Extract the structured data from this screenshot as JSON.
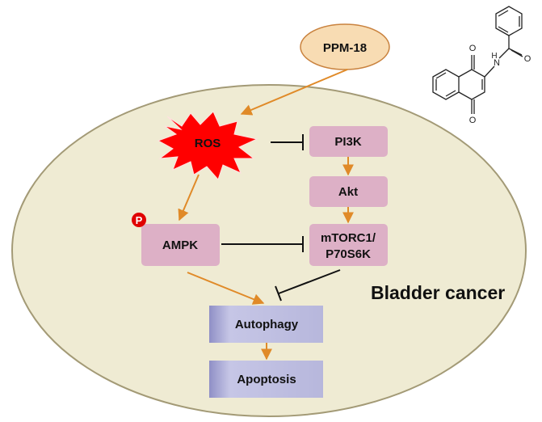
{
  "nodes": {
    "drug": "PPM-18",
    "ros": "ROS",
    "pi3k": "PI3K",
    "akt": "Akt",
    "ampk": "AMPK",
    "mtor_line1": "mTORC1/",
    "mtor_line2": "P70S6K",
    "autophagy": "Autophagy",
    "apoptosis": "Apoptosis",
    "phospho_badge": "P"
  },
  "cell_label": "Bladder cancer",
  "molecule": {
    "oxygen_top": "O",
    "oxygen_bottom": "O",
    "amide_oxygen": "O",
    "nh": "H",
    "n": "N"
  },
  "colors": {
    "cell_fill": "#efebd3",
    "cell_stroke": "#a39a76",
    "drug_fill": "#f8dcb3",
    "drug_stroke": "#c9823e",
    "pink_box": "#ddb0c6",
    "blue_box": "#b9b9dc",
    "arrow_orange": "#e08a28",
    "ros_red": "#ff0000",
    "badge_red": "#e00000"
  }
}
